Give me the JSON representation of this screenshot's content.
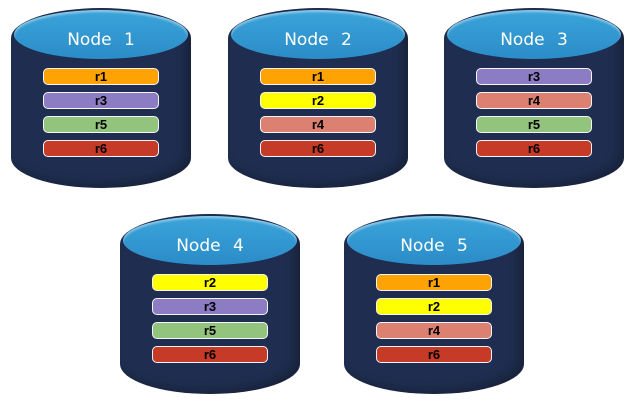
{
  "page": {
    "background": "#FFFFFF"
  },
  "diagram": {
    "nodes": [
      {
        "label": "Node 1",
        "replicas": [
          "r1",
          "r3",
          "r5",
          "r6"
        ]
      },
      {
        "label": "Node 2",
        "replicas": [
          "r1",
          "r2",
          "r4",
          "r6"
        ]
      },
      {
        "label": "Node 3",
        "replicas": [
          "r3",
          "r4",
          "r5",
          "r6"
        ]
      },
      {
        "label": "Node 4",
        "replicas": [
          "r2",
          "r3",
          "r5",
          "r6"
        ]
      },
      {
        "label": "Node 5",
        "replicas": [
          "r1",
          "r2",
          "r4",
          "r6"
        ]
      }
    ],
    "replica_colors": {
      "r1": "#FFA203",
      "r2": "#FFFF00",
      "r3": "#8C7CC4",
      "r4": "#DC8172",
      "r5": "#92C47E",
      "r6": "#C63B28"
    },
    "colors": {
      "cylinder_body": "#1F2E50",
      "cylinder_top": "#2E9AD6",
      "node_label_text": "#FFFFFF",
      "replica_label_text": "#000000"
    }
  }
}
